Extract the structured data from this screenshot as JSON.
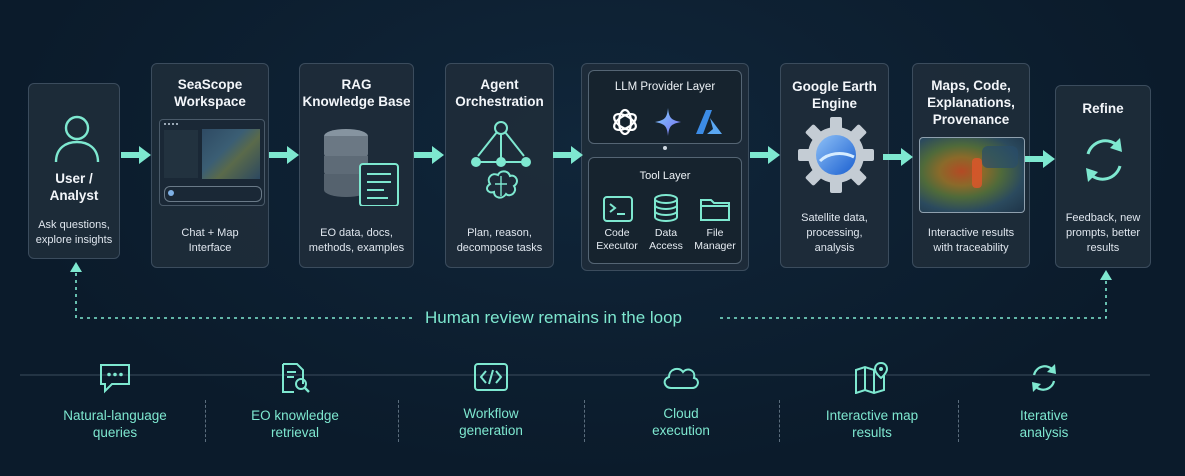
{
  "colors": {
    "accent": "#7ee8d0",
    "card_bg": "#1e2c3a",
    "background": "#0b1b2b"
  },
  "steps": {
    "user": {
      "title": "User /\nAnalyst",
      "desc": "Ask questions,\nexplore insights",
      "icon": "user-icon"
    },
    "seascope": {
      "title": "SeaScope\nWorkspace",
      "desc": "Chat + Map\nInterface",
      "icon": "workspace-preview"
    },
    "rag": {
      "title": "RAG\nKnowledge Base",
      "desc": "EO data, docs,\nmethods, examples",
      "icon": "database-icon"
    },
    "agent": {
      "title": "Agent\nOrchestration",
      "desc": "Plan, reason,\ndecompose tasks",
      "icon": "network-brain-icon"
    },
    "llm": {
      "title": "LLM Provider Layer",
      "icons": [
        "openai-icon",
        "gemini-icon",
        "azure-icon"
      ]
    },
    "tools": {
      "title": "Tool Layer",
      "items": [
        {
          "label": "Code\nExecutor",
          "icon": "terminal-icon"
        },
        {
          "label": "Data\nAccess",
          "icon": "database-icon"
        },
        {
          "label": "File\nManager",
          "icon": "folder-icon"
        }
      ]
    },
    "gee": {
      "title": "Google Earth\nEngine",
      "desc": "Satellite data,\nprocessing,\nanalysis",
      "icon": "google-earth-engine-icon"
    },
    "maps": {
      "title": "Maps, Code,\nExplanations,\nProvenance",
      "desc": "Interactive results\nwith traceability",
      "icon": "map-thumbnail"
    },
    "refine": {
      "title": "Refine",
      "desc": "Feedback, new\nprompts, better\nresults",
      "icon": "refresh-icon"
    }
  },
  "loop_label": "Human review remains in the loop",
  "features": [
    {
      "label": "Natural-language\nqueries",
      "icon": "chat-bubble-icon"
    },
    {
      "label": "EO knowledge\nretrieval",
      "icon": "document-search-icon"
    },
    {
      "label": "Workflow\ngeneration",
      "icon": "code-icon"
    },
    {
      "label": "Cloud\nexecution",
      "icon": "cloud-icon"
    },
    {
      "label": "Interactive map\nresults",
      "icon": "map-pin-icon"
    },
    {
      "label": "Iterative\nanalysis",
      "icon": "cycle-icon"
    }
  ]
}
